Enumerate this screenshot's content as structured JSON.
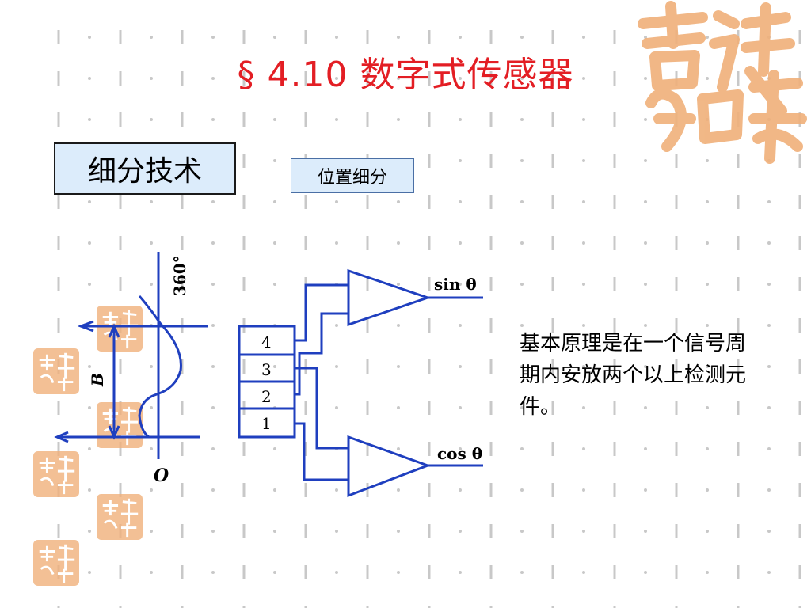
{
  "slide": {
    "title": "§ 4.10 数字式传感器",
    "technique_label": "细分技术",
    "subtype_label": "位置细分",
    "description": "基本原理是在一个信号周期内安放两个以上检测元件。"
  },
  "seal": {
    "text": "吉祥如意",
    "color": "#f0b07a"
  },
  "diagram": {
    "angle_label": "360°",
    "origin_label": "O",
    "period_label": "B",
    "sensor_labels": [
      "4",
      "3",
      "2",
      "1"
    ],
    "sin_output_label": "sin θ",
    "cos_output_label": "cos θ"
  },
  "colors": {
    "title": "#e31e24",
    "box_fill": "#dcecfb",
    "dash_pattern": "#c8c8c8",
    "diagram_line": "#1f3fbf"
  }
}
